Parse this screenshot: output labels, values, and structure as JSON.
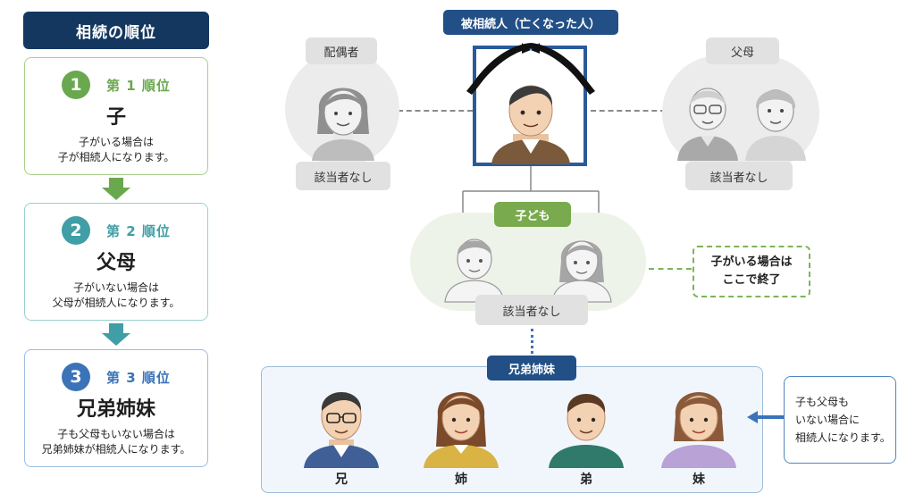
{
  "sidebar": {
    "title": "相続の順位",
    "ranks": [
      {
        "num": "1",
        "label": "第 1 順位",
        "main": "子",
        "desc1": "子がいる場合は",
        "desc2": "子が相続人になります。",
        "color": "#6aa84f"
      },
      {
        "num": "2",
        "label": "第 2 順位",
        "main": "父母",
        "desc1": "子がいない場合は",
        "desc2": "父母が相続人になります。",
        "color": "#3f9ea6"
      },
      {
        "num": "3",
        "label": "第 3 順位",
        "main": "兄弟姉妹",
        "desc1": "子も父母もいない場合は",
        "desc2": "兄弟姉妹が相続人になります。",
        "color": "#3b73b8"
      }
    ]
  },
  "diagram": {
    "deceased_label": "被相続人（亡くなった人）",
    "spouse_label": "配偶者",
    "spouse_status": "該当者なし",
    "parents_label": "父母",
    "parents_status": "該当者なし",
    "children_label": "子ども",
    "children_status": "該当者なし",
    "children_note_line1": "子がいる場合は",
    "children_note_line2": "ここで終了",
    "siblings_label": "兄弟姉妹",
    "siblings": [
      "兄",
      "姉",
      "弟",
      "妹"
    ],
    "siblings_note_line1": "子も父母も",
    "siblings_note_line2": "いない場合に",
    "siblings_note_line3": "相続人になります。"
  },
  "colors": {
    "navy": "#13375f",
    "deceased_frame": "#2a5a9a",
    "green": "#79aa4e",
    "blue": "#3b73b8"
  }
}
